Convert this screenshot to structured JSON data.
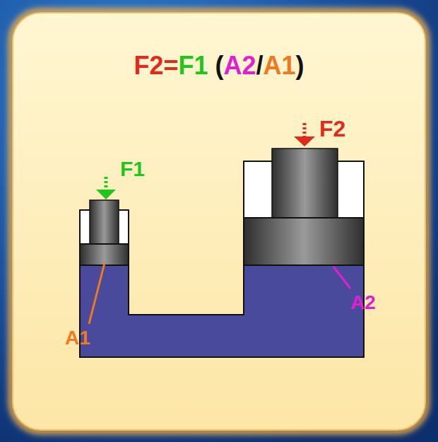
{
  "diagram": {
    "title": "F2=F1 (A2/A1)",
    "labels": [
      "F1",
      "F2",
      "A1",
      "A2"
    ]
  }
}
